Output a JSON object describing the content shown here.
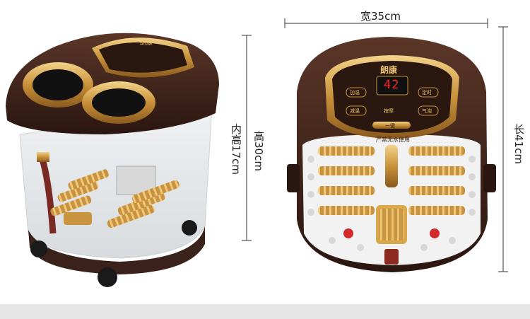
{
  "brand_mark": "朗康",
  "panel": {
    "temperature_display": "42",
    "warning_text": "严禁无水使用",
    "buttons": [
      "加温",
      "定时",
      "减温",
      "按摩",
      "气泡",
      "一键"
    ]
  },
  "dimensions": {
    "width": "宽35cm",
    "length": "长41cm",
    "height": "高30cm",
    "inner_height": "内高17cm"
  },
  "colors": {
    "body": "#3a221a",
    "gold": "#d9a84e",
    "white_basin": "#f2f2f2",
    "display_red": "#ff2020"
  }
}
